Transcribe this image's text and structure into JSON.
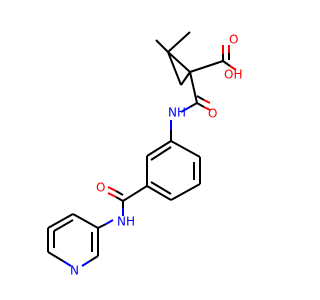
{
  "labels": {
    "acid_oh": "OH",
    "acid_o": "O",
    "amide1_nh": "NH",
    "amide1_o": "O",
    "amide2_o": "O",
    "amide2_nh": "NH",
    "pyridine_n": "N"
  }
}
